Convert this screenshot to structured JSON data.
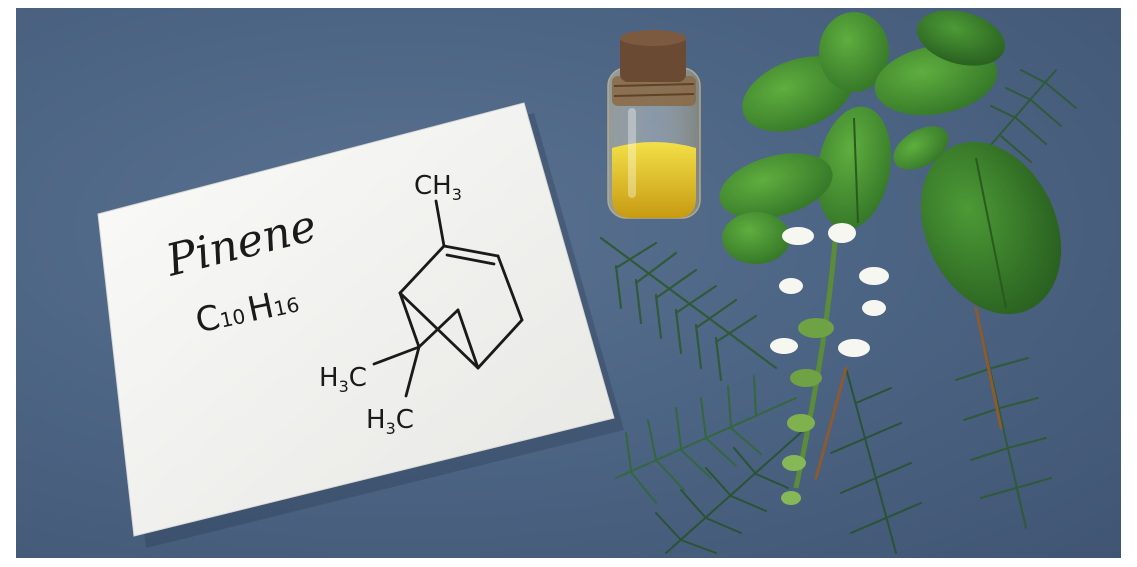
{
  "card": {
    "name": "Pinene",
    "formula_c": "C",
    "formula_c_count": "10",
    "formula_h": "H",
    "formula_h_count": "16",
    "methyl_top": "CH",
    "methyl_top_sub": "3",
    "methyl_left1": "H",
    "methyl_left1_sub": "3",
    "methyl_left1_c": "C",
    "methyl_left2": "H",
    "methyl_left2_sub": "3",
    "methyl_left2_c": "C"
  },
  "colors": {
    "background": "#4d6584",
    "card": "#f3f2ef",
    "ink": "#1a1a1a",
    "oil": "#e0c020",
    "basil": "#3f8a2e",
    "spruce": "#2f5a3a",
    "cork": "#6b4a34"
  }
}
